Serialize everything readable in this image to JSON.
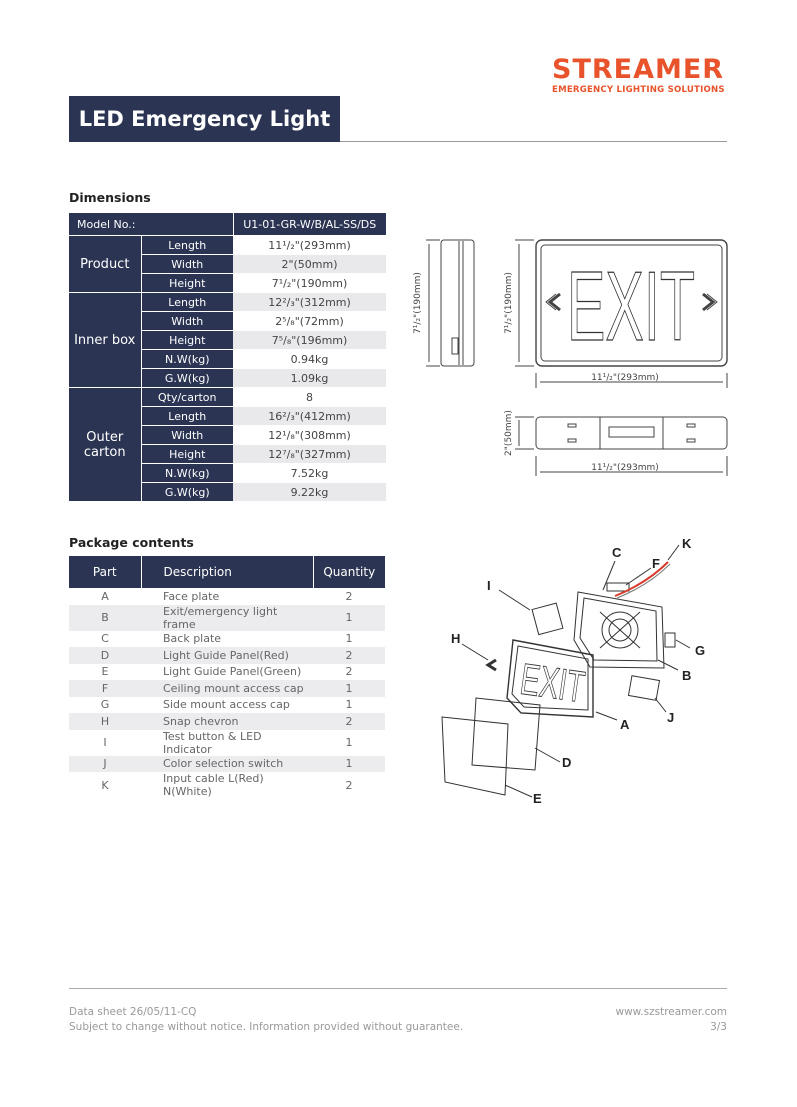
{
  "brand": {
    "name": "STREAMER",
    "tagline": "EMERGENCY LIGHTING SOLUTIONS"
  },
  "title": "LED Emergency Light",
  "dimensions": {
    "heading": "Dimensions",
    "model_label": "Model No.:",
    "model_value": "U1-01-GR-W/B/AL-SS/DS",
    "groups": [
      {
        "name": "Product",
        "rows": [
          {
            "label": "Length",
            "value": "11¹/₂\"(293mm)"
          },
          {
            "label": "Width",
            "value": "2\"(50mm)"
          },
          {
            "label": "Height",
            "value": "7¹/₂\"(190mm)"
          }
        ]
      },
      {
        "name": "Inner box",
        "rows": [
          {
            "label": "Length",
            "value": "12²/₃\"(312mm)"
          },
          {
            "label": "Width",
            "value": "2⁵/₈\"(72mm)"
          },
          {
            "label": "Height",
            "value": "7⁵/₈\"(196mm)"
          },
          {
            "label": "N.W(kg)",
            "value": "0.94kg"
          },
          {
            "label": "G.W(kg)",
            "value": "1.09kg"
          }
        ]
      },
      {
        "name": "Outer carton",
        "rows": [
          {
            "label": "Qty/carton",
            "value": "8"
          },
          {
            "label": "Length",
            "value": "16²/₃\"(412mm)"
          },
          {
            "label": "Width",
            "value": "12¹/₈\"(308mm)"
          },
          {
            "label": "Height",
            "value": "12⁷/₈\"(327mm)"
          },
          {
            "label": "N.W(kg)",
            "value": "7.52kg"
          },
          {
            "label": "G.W(kg)",
            "value": "9.22kg"
          }
        ]
      }
    ],
    "drawing": {
      "height_label": "7¹/₂\"(190mm)",
      "length_label": "11¹/₂\"(293mm)",
      "width_label": "2\"(50mm)",
      "exit_text": "EXIT"
    }
  },
  "package": {
    "heading": "Package contents",
    "columns": [
      "Part",
      "Description",
      "Quantity"
    ],
    "rows": [
      {
        "part": "A",
        "desc": "Face plate",
        "qty": "2"
      },
      {
        "part": "B",
        "desc": "Exit/emergency light frame",
        "qty": "1"
      },
      {
        "part": "C",
        "desc": "Back plate",
        "qty": "1"
      },
      {
        "part": "D",
        "desc": "Light Guide Panel(Red)",
        "qty": "2"
      },
      {
        "part": "E",
        "desc": "Light Guide Panel(Green)",
        "qty": "2"
      },
      {
        "part": "F",
        "desc": "Ceiling mount access cap",
        "qty": "1"
      },
      {
        "part": "G",
        "desc": "Side mount access cap",
        "qty": "1"
      },
      {
        "part": "H",
        "desc": "Snap chevron",
        "qty": "2"
      },
      {
        "part": "I",
        "desc": "Test button & LED Indicator",
        "qty": "1"
      },
      {
        "part": "J",
        "desc": "Color selection switch",
        "qty": "1"
      },
      {
        "part": "K",
        "desc": "Input cable L(Red) N(White)",
        "qty": "2"
      }
    ],
    "callouts": [
      "A",
      "B",
      "C",
      "D",
      "E",
      "F",
      "G",
      "H",
      "I",
      "J",
      "K"
    ],
    "exit_text": "EXIT"
  },
  "footer": {
    "sheet": "Data sheet 26/05/11-CQ",
    "disclaimer": "Subject to change without notice. Information provided without guarantee.",
    "website": "www.szstreamer.com",
    "page": "3/3"
  },
  "colors": {
    "brand": "#e8532b",
    "navy": "#2b3553"
  }
}
